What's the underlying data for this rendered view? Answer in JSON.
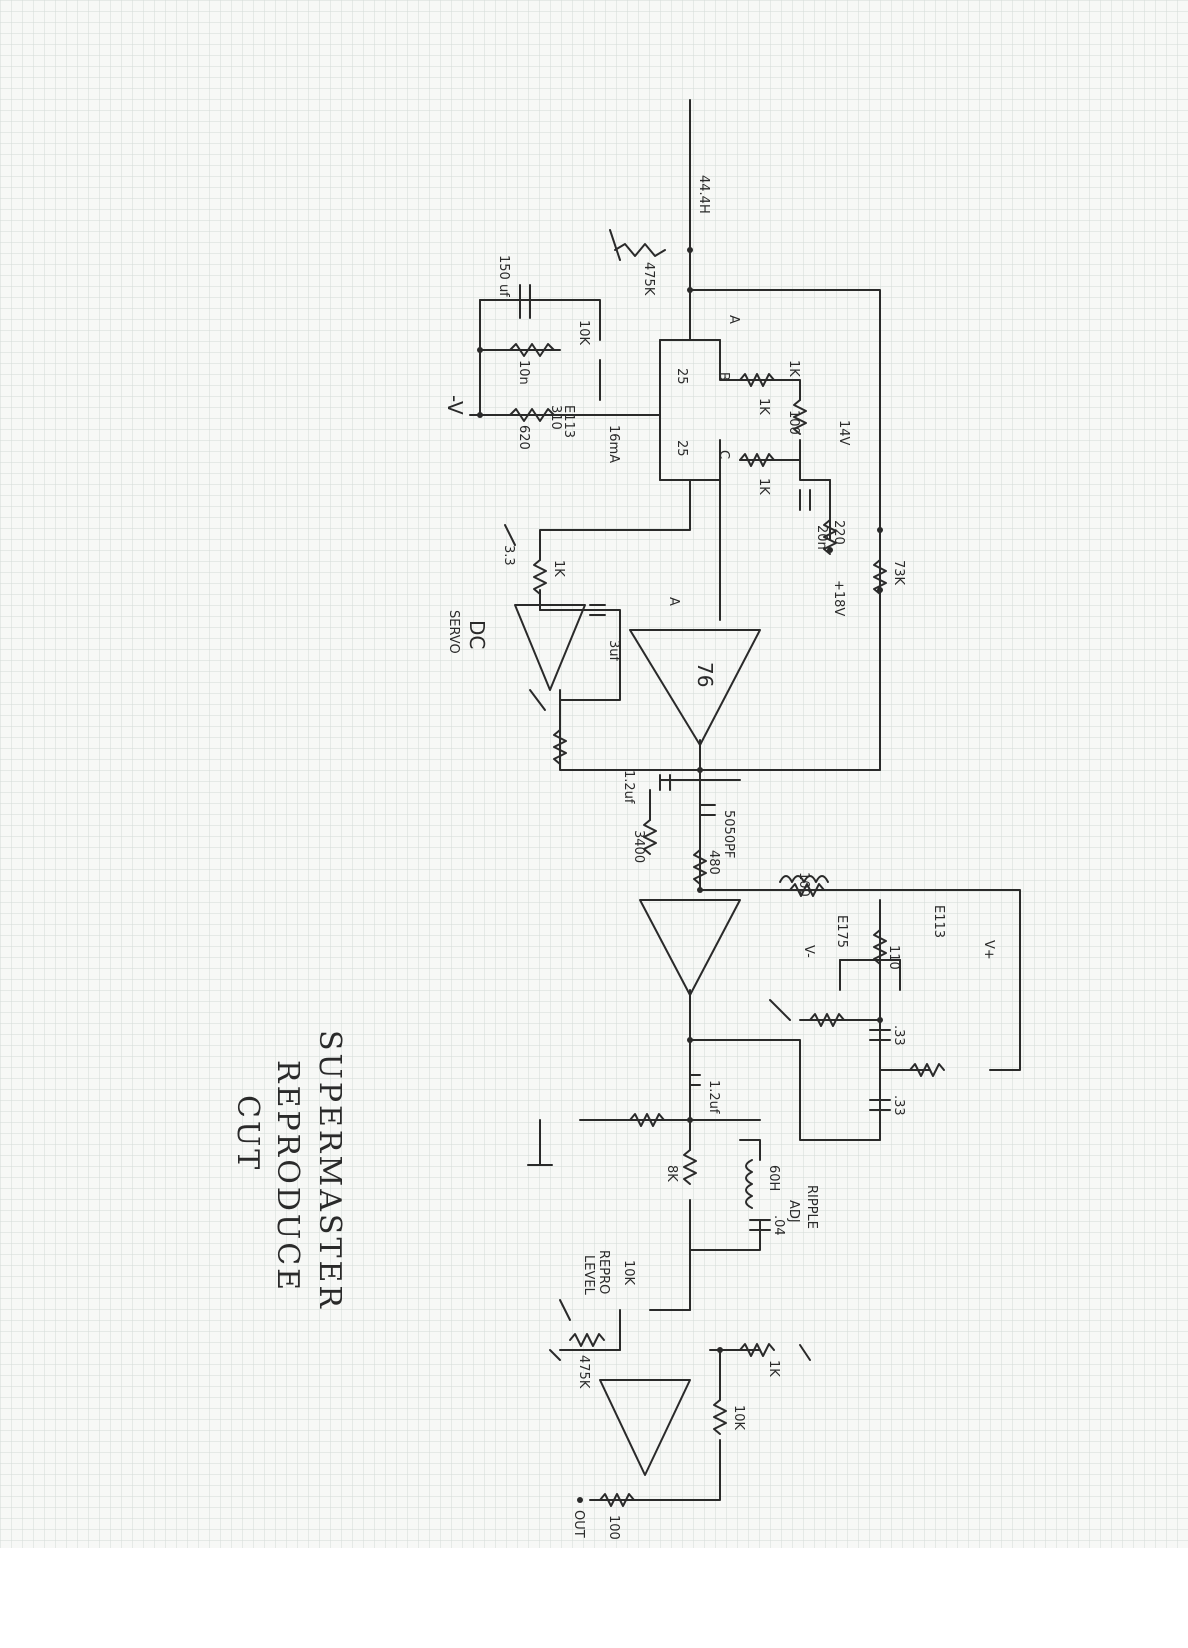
{
  "title": {
    "line1": "SUPERMASTER",
    "line2": "REPRODUCE",
    "line3": "CUT"
  },
  "input": {
    "label": "44.4H"
  },
  "labels": {
    "r_in": "475K",
    "c_tant": "150\nuf",
    "r_10k_top": "10K",
    "r_10n": "10n",
    "jfet_e113": "E113",
    "jfet_310": "310",
    "i_16ma": "16mA",
    "r_620": "620",
    "neg_v": "-V",
    "a_node_top": "A",
    "node_b": "B",
    "node_c": "C",
    "q_25_top": "25",
    "q_25_bot": "25",
    "r_1k_a": "1K",
    "r_1k_b": "1K",
    "r_1k_c": "1K",
    "pot_100": "100",
    "v_14": "14V",
    "c_20n": "20n",
    "r_220": "220",
    "v_18": "+18V",
    "r_73k": "73K",
    "r_3_3": "3.3",
    "r_1k_servo": "1K",
    "c_3uf": "3uf",
    "dc_servo_1": "DC",
    "dc_servo_2": "SERVO",
    "a_node_op": "A",
    "op_76": "76",
    "c_1_2uf_a": "1.2uf",
    "r_3400": "3400",
    "c_5050": "5050PF",
    "r_480": "480",
    "r_100": "100",
    "e175": "E175",
    "e113_b": "E113",
    "pot_110": "110",
    "v_minus": "V-",
    "v_plus": "V+",
    "c_33a": ".33",
    "c_33b": ".33",
    "c_1_2uf_b": "1.2uf",
    "r_8k": "8K",
    "l_60h": "60H",
    "c_04": ".04",
    "ripple_1": "RIPPLE",
    "ripple_2": "ADJ",
    "pot_10k": "10K",
    "repro_1": "REPRO",
    "repro_2": "LEVEL",
    "r_475k_b": "475K",
    "r_1k_fb": "1K",
    "r_10k_fb": "10K",
    "r_out": "100",
    "out_label": "OUT"
  },
  "icons": {
    "opamp": "triangle-opamp-icon",
    "resistor": "zigzag-resistor-icon",
    "capacitor": "parallel-plate-capacitor-icon",
    "inductor": "coil-inductor-icon",
    "ground": "ground-symbol-icon"
  },
  "colors": {
    "ink": "#2a2a2a",
    "paper": "#f7f8f6",
    "grid": "#cfd6d3"
  }
}
